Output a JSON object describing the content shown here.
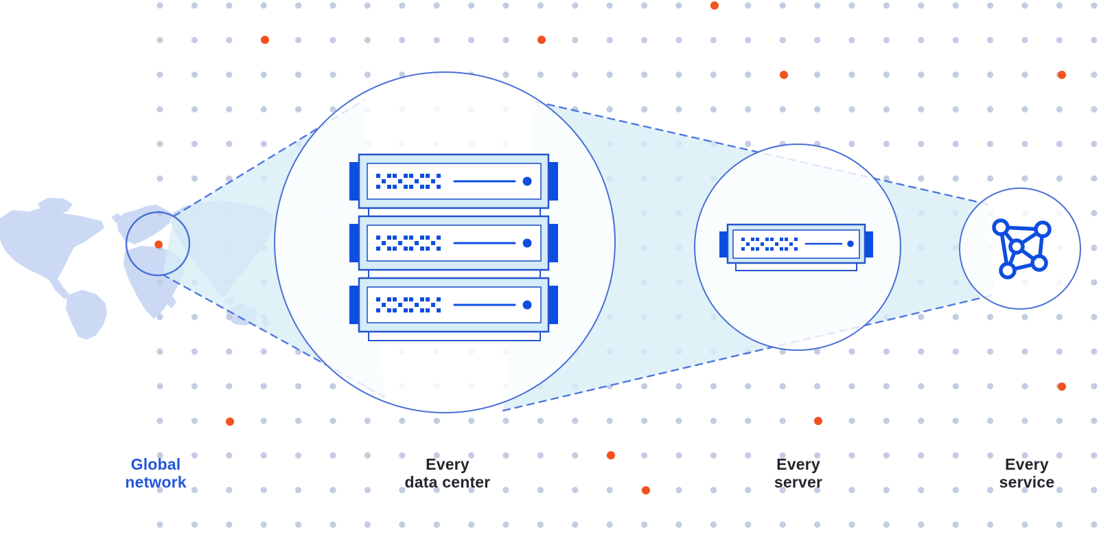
{
  "diagram": {
    "stages": [
      {
        "label": "Global\nnetwork",
        "icon": "world-map-highlight-circle"
      },
      {
        "label": "Every\ndata center",
        "icon": "server-rack-3-units"
      },
      {
        "label": "Every\nserver",
        "icon": "server-unit"
      },
      {
        "label": "Every\nservice",
        "icon": "network-graph"
      }
    ]
  },
  "colors": {
    "accent_blue": "#0d4ee0",
    "outline_blue": "#2453cc",
    "circle_stroke": "#4a6fd6",
    "dashed_line": "#5077de",
    "beam_fill": "#d7eef6",
    "map_fill": "#c9d7f3",
    "grid_dot": "#c2cce2",
    "orange": "#f4521d",
    "label_dark": "#24262c",
    "label_blue": "#2456d8",
    "server_panel_fill": "#d5ecf9"
  }
}
